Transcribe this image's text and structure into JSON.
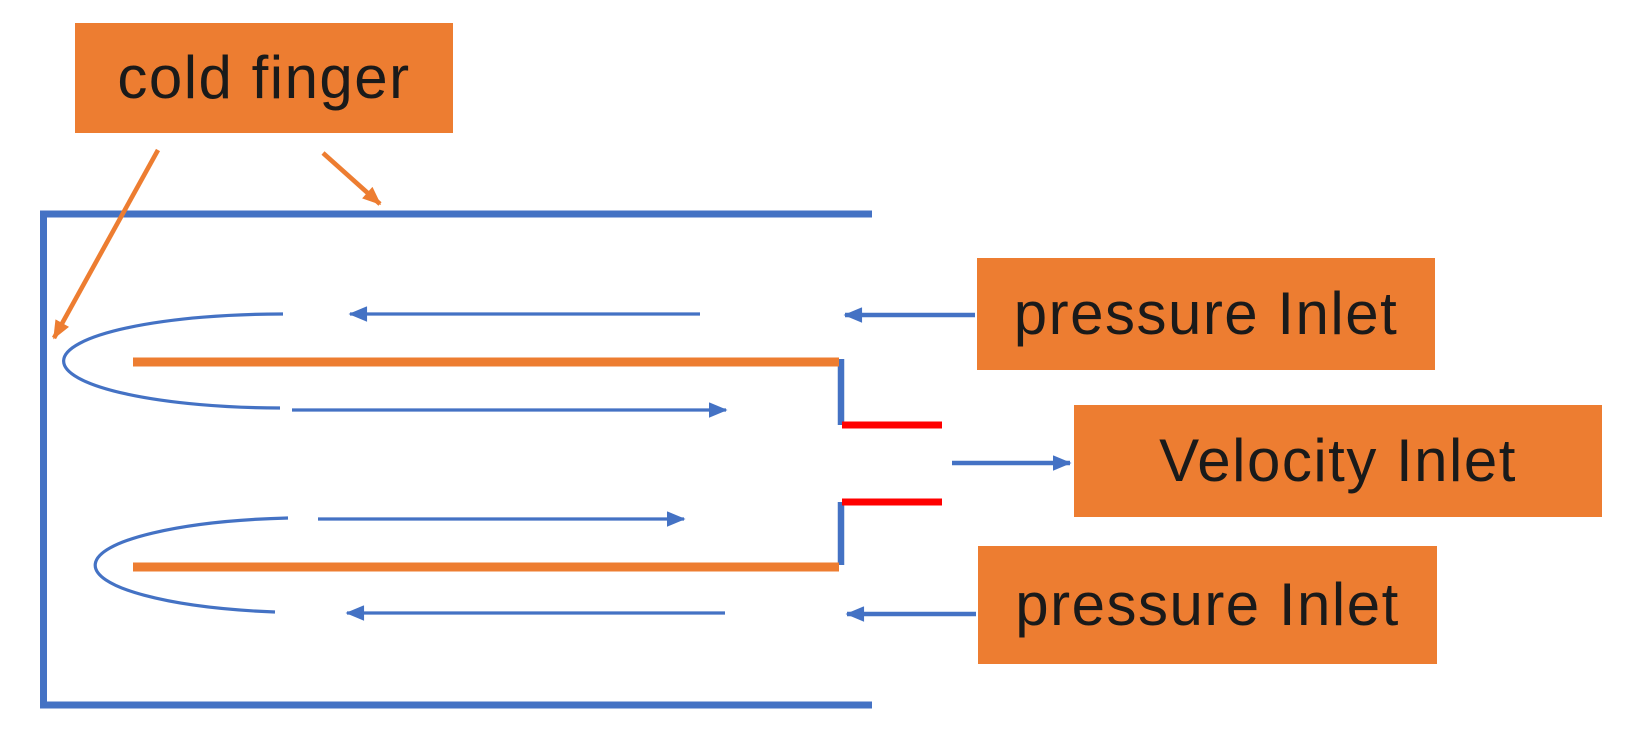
{
  "labels": {
    "cold_finger": "cold finger",
    "pressure_inlet_top": "pressure Inlet",
    "velocity_inlet": "Velocity Inlet",
    "pressure_inlet_bottom": "pressure Inlet"
  },
  "colors": {
    "label-box": "#ED7D31",
    "label-text": "#1a1a1a",
    "wall-blue": "#4472C4",
    "flow-blue": "#4472C4",
    "tube-orange": "#ED7D31",
    "pointer-orange": "#ED7D31",
    "outlet-red": "#FF0000",
    "background": "#FFFFFF"
  }
}
